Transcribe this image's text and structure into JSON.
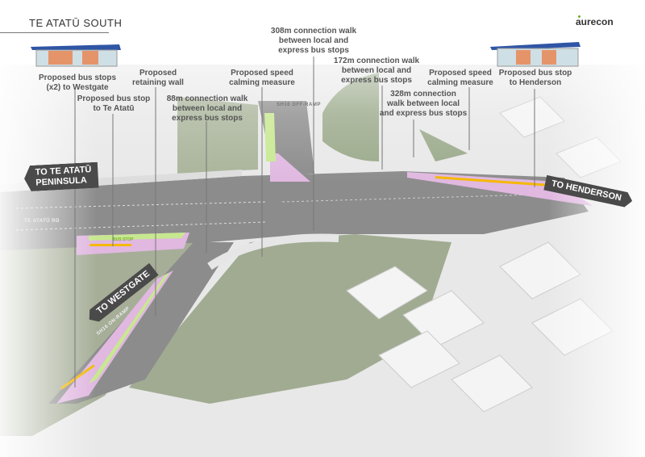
{
  "header": {
    "title": "TE ATATŪ SOUTH",
    "logo": "aurecon"
  },
  "signs": {
    "te_atatu_peninsula": [
      "TO TE ATATŪ",
      "PENINSULA"
    ],
    "henderson": "TO HENDERSON",
    "westgate": "TO WESTGATE"
  },
  "road_labels": {
    "te_atatu_rd": "TE ATATŪ RD",
    "off_ramp": "SH16 OFF-RAMP",
    "on_ramp": "SH16 ON-RAMP",
    "bus_stop": "BUS STOP"
  },
  "callouts": [
    {
      "lines": [
        "Proposed bus stops",
        "(x2) to Westgate"
      ]
    },
    {
      "lines": [
        "Proposed bus stop",
        "to Te Atatū"
      ]
    },
    {
      "lines": [
        "Proposed",
        "retaining wall"
      ]
    },
    {
      "lines": [
        "88m connection walk",
        "between local and",
        "express bus stops"
      ]
    },
    {
      "lines": [
        "Proposed speed",
        "calming measure"
      ]
    },
    {
      "lines": [
        "308m connection walk",
        "between local and",
        "express bus stops"
      ]
    },
    {
      "lines": [
        "172m connection walk",
        "between local and",
        "express bus stops"
      ]
    },
    {
      "lines": [
        "328m connection",
        "walk between local",
        "and express bus stops"
      ]
    },
    {
      "lines": [
        "Proposed speed",
        "calming measure"
      ]
    },
    {
      "lines": [
        "Proposed bus stop",
        "to Henderson"
      ]
    }
  ],
  "colors": {
    "road": "#8a8a8a",
    "grass": "#9aab8a",
    "pink": "#e0b8e0",
    "green_lane": "#c8e890",
    "bus_bar": "#f5b800"
  }
}
